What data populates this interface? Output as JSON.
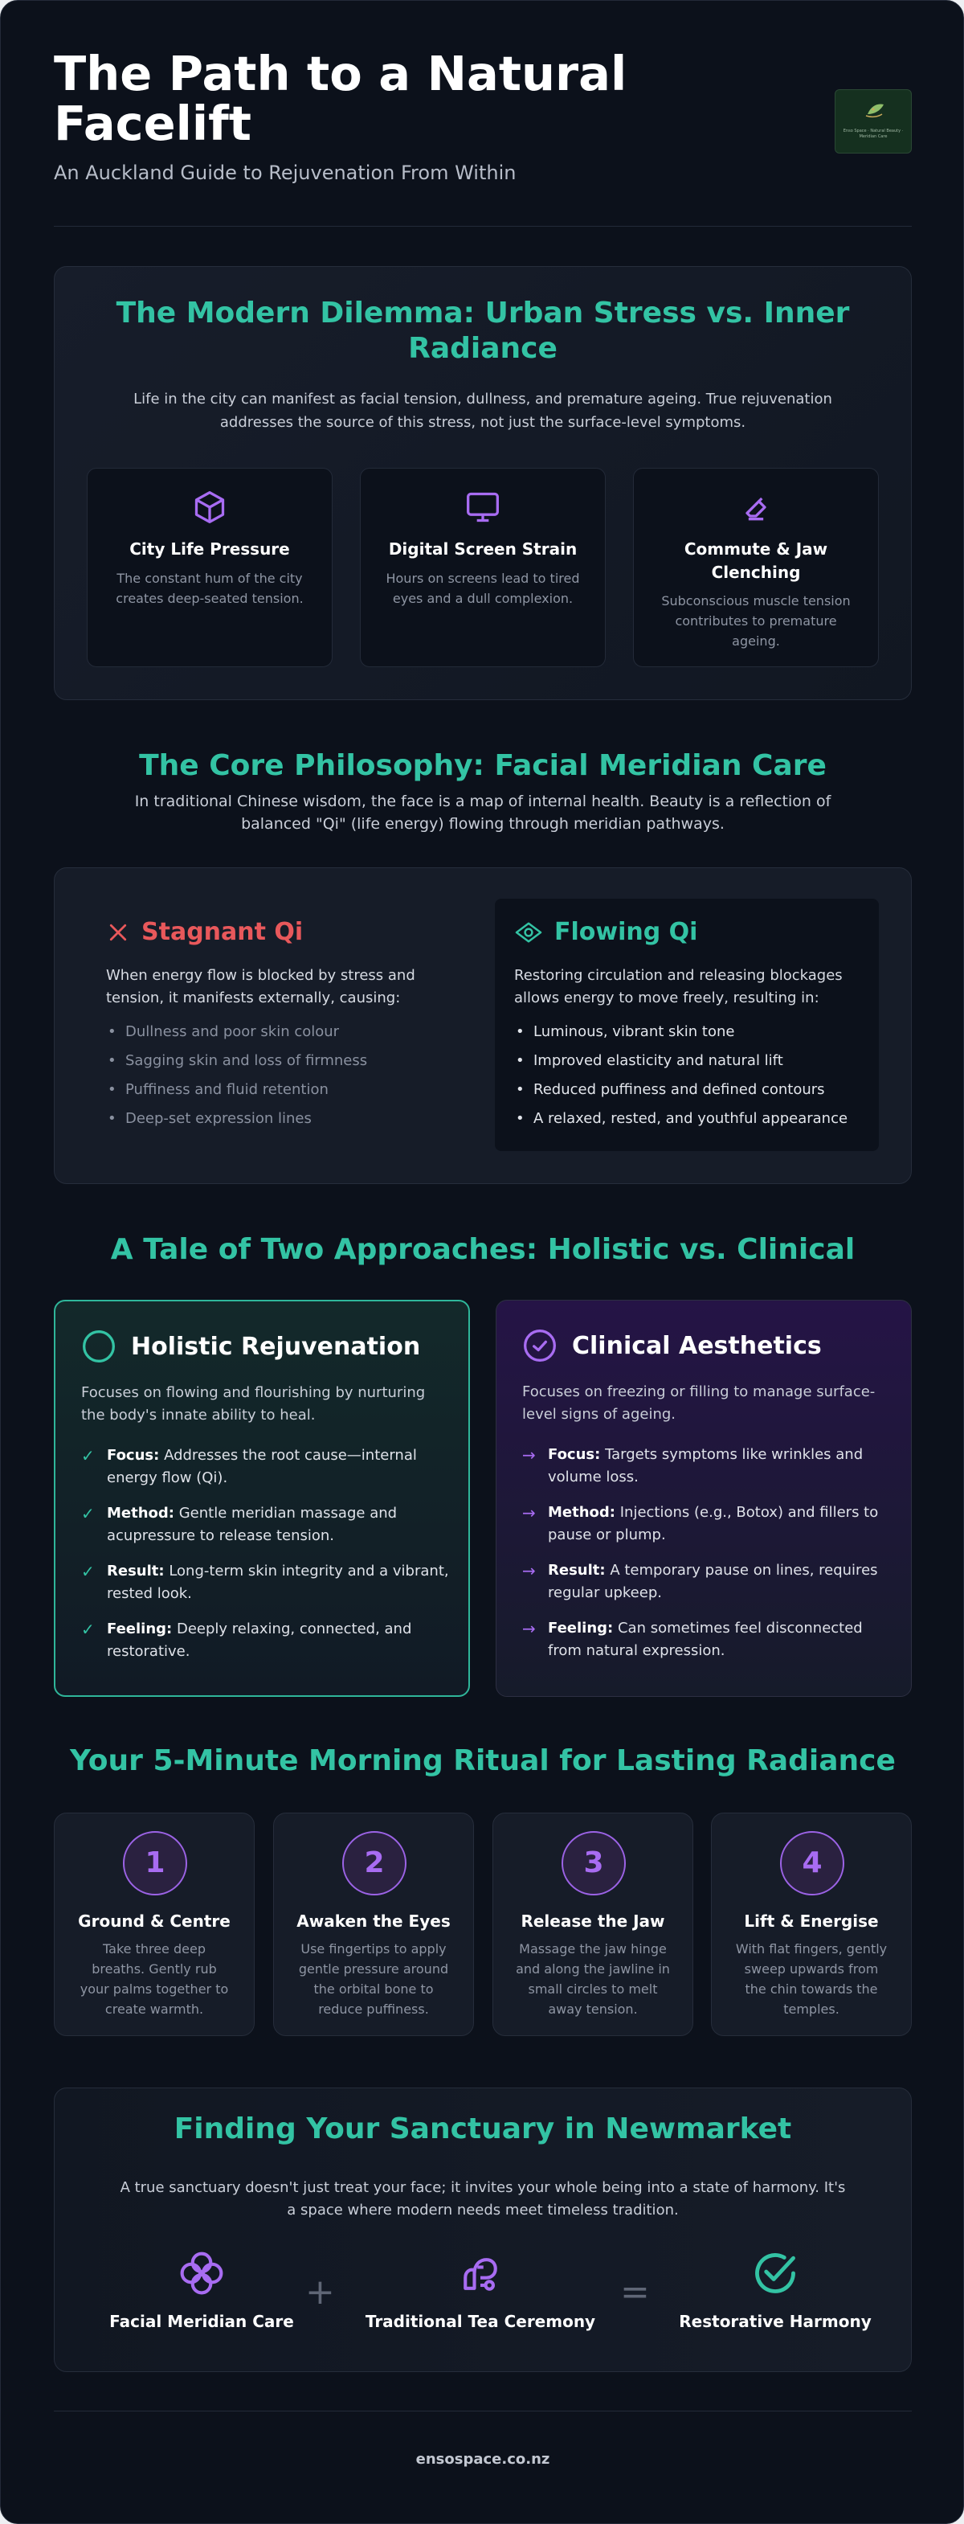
{
  "header": {
    "title": "The Path to a Natural Facelift",
    "subtitle": "An Auckland Guide to Rejuvenation From Within",
    "logo_text": "Enso Space · Natural Beauty · Meridian Care"
  },
  "dilemma": {
    "title": "The Modern Dilemma: Urban Stress vs. Inner Radiance",
    "description": "Life in the city can manifest as facial tension, dullness, and premature ageing. True rejuvenation addresses the source of this stress, not just the surface-level symptoms.",
    "cards": [
      {
        "icon": "cube-icon",
        "title": "City Life Pressure",
        "text": "The constant hum of the city creates deep-seated tension."
      },
      {
        "icon": "monitor-icon",
        "title": "Digital Screen Strain",
        "text": "Hours on screens lead to tired eyes and a dull complexion."
      },
      {
        "icon": "eraser-icon",
        "title": "Commute & Jaw Clenching",
        "text": "Subconscious muscle tension contributes to premature ageing."
      }
    ]
  },
  "philosophy": {
    "title": "The Core Philosophy: Facial Meridian Care",
    "description": "In traditional Chinese wisdom, the face is a map of internal health. Beauty is a reflection of balanced \"Qi\" (life energy) flowing through meridian pathways.",
    "stagnant": {
      "title": "Stagnant Qi",
      "text": "When energy flow is blocked by stress and tension, it manifests externally, causing:",
      "items": [
        "Dullness and poor skin colour",
        "Sagging skin and loss of firmness",
        "Puffiness and fluid retention",
        "Deep-set expression lines"
      ]
    },
    "flowing": {
      "title": "Flowing Qi",
      "text": "Restoring circulation and releasing blockages allows energy to move freely, resulting in:",
      "items": [
        "Luminous, vibrant skin tone",
        "Improved elasticity and natural lift",
        "Reduced puffiness and defined contours",
        "A relaxed, rested, and youthful appearance"
      ]
    }
  },
  "approaches": {
    "title": "A Tale of Two Approaches: Holistic vs. Clinical",
    "holistic": {
      "title": "Holistic Rejuvenation",
      "description": "Focuses on flowing and flourishing by nurturing the body's innate ability to heal.",
      "marker": "✓",
      "items": [
        {
          "label": "Focus:",
          "text": "Addresses the root cause—internal energy flow (Qi)."
        },
        {
          "label": "Method:",
          "text": "Gentle meridian massage and acupressure to release tension."
        },
        {
          "label": "Result:",
          "text": "Long-term skin integrity and a vibrant, rested look."
        },
        {
          "label": "Feeling:",
          "text": "Deeply relaxing, connected, and restorative."
        }
      ]
    },
    "clinical": {
      "title": "Clinical Aesthetics",
      "description": "Focuses on freezing or filling to manage surface-level signs of ageing.",
      "marker": "→",
      "items": [
        {
          "label": "Focus:",
          "text": "Targets symptoms like wrinkles and volume loss."
        },
        {
          "label": "Method:",
          "text": "Injections (e.g., Botox) and fillers to pause or plump."
        },
        {
          "label": "Result:",
          "text": "A temporary pause on lines, requires regular upkeep."
        },
        {
          "label": "Feeling:",
          "text": "Can sometimes feel disconnected from natural expression."
        }
      ]
    }
  },
  "ritual": {
    "title": "Your 5-Minute Morning Ritual for Lasting Radiance",
    "steps": [
      {
        "number": "1",
        "title": "Ground & Centre",
        "text": "Take three deep breaths. Gently rub your palms together to create warmth."
      },
      {
        "number": "2",
        "title": "Awaken the Eyes",
        "text": "Use fingertips to apply gentle pressure around the orbital bone to reduce puffiness."
      },
      {
        "number": "3",
        "title": "Release the Jaw",
        "text": "Massage the jaw hinge and along the jawline in small circles to melt away tension."
      },
      {
        "number": "4",
        "title": "Lift & Energise",
        "text": "With flat fingers, gently sweep upwards from the chin towards the temples."
      }
    ]
  },
  "sanctuary": {
    "title": "Finding Your Sanctuary in Newmarket",
    "description": "A true sanctuary doesn't just treat your face; it invites your whole being into a state of harmony. It's a space where modern needs meet timeless tradition.",
    "items": [
      {
        "icon": "interlocking-rings-icon",
        "label": "Facial Meridian Care"
      },
      {
        "icon": "teapot-icon",
        "label": "Traditional Tea Ceremony"
      },
      {
        "icon": "check-circle-icon",
        "label": "Restorative Harmony"
      }
    ],
    "plus": "+",
    "equals": "="
  },
  "footer": {
    "site": "ensospace.co.nz"
  },
  "colors": {
    "background": "#0c111b",
    "teal_accent": "#33c3a4",
    "purple_accent": "#a86cf2",
    "stagnant_red": "#e8585b"
  }
}
